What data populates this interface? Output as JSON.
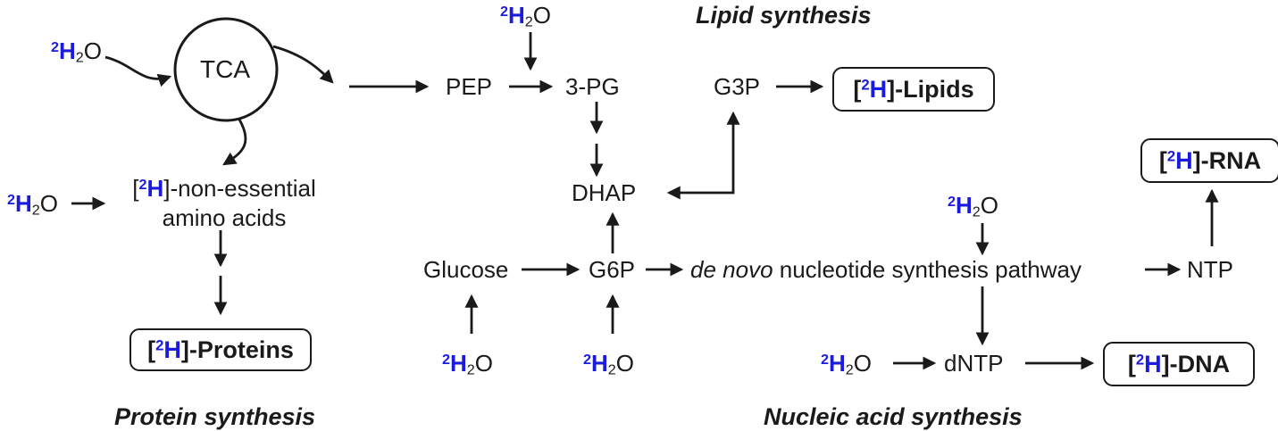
{
  "colors": {
    "blue": "#1b1be0",
    "ink": "#1a1a1a"
  },
  "tokens": {
    "sup2": "2",
    "H": "H",
    "sub2": "2",
    "O": "O",
    "open": "[",
    "close": "]"
  },
  "nodes": {
    "tca": "TCA",
    "pep": "PEP",
    "pg3": "3-PG",
    "dhap": "DHAP",
    "g3p": "G3P",
    "glucose": "Glucose",
    "g6p": "G6P",
    "ntp": "NTP",
    "dntp": "dNTP",
    "denovo_italic": "de novo",
    "denovo_rest": " nucleotide synthesis pathway",
    "aa_line1_suffix": "-non-essential",
    "aa_line2": "amino acids"
  },
  "boxes": {
    "proteins_suffix": "-Proteins",
    "lipids_suffix": "-Lipids",
    "rna_suffix": "-RNA",
    "dna_suffix": "-DNA"
  },
  "titles": {
    "lipid": "Lipid synthesis",
    "protein": "Protein synthesis",
    "nucleic": "Nucleic acid synthesis"
  }
}
